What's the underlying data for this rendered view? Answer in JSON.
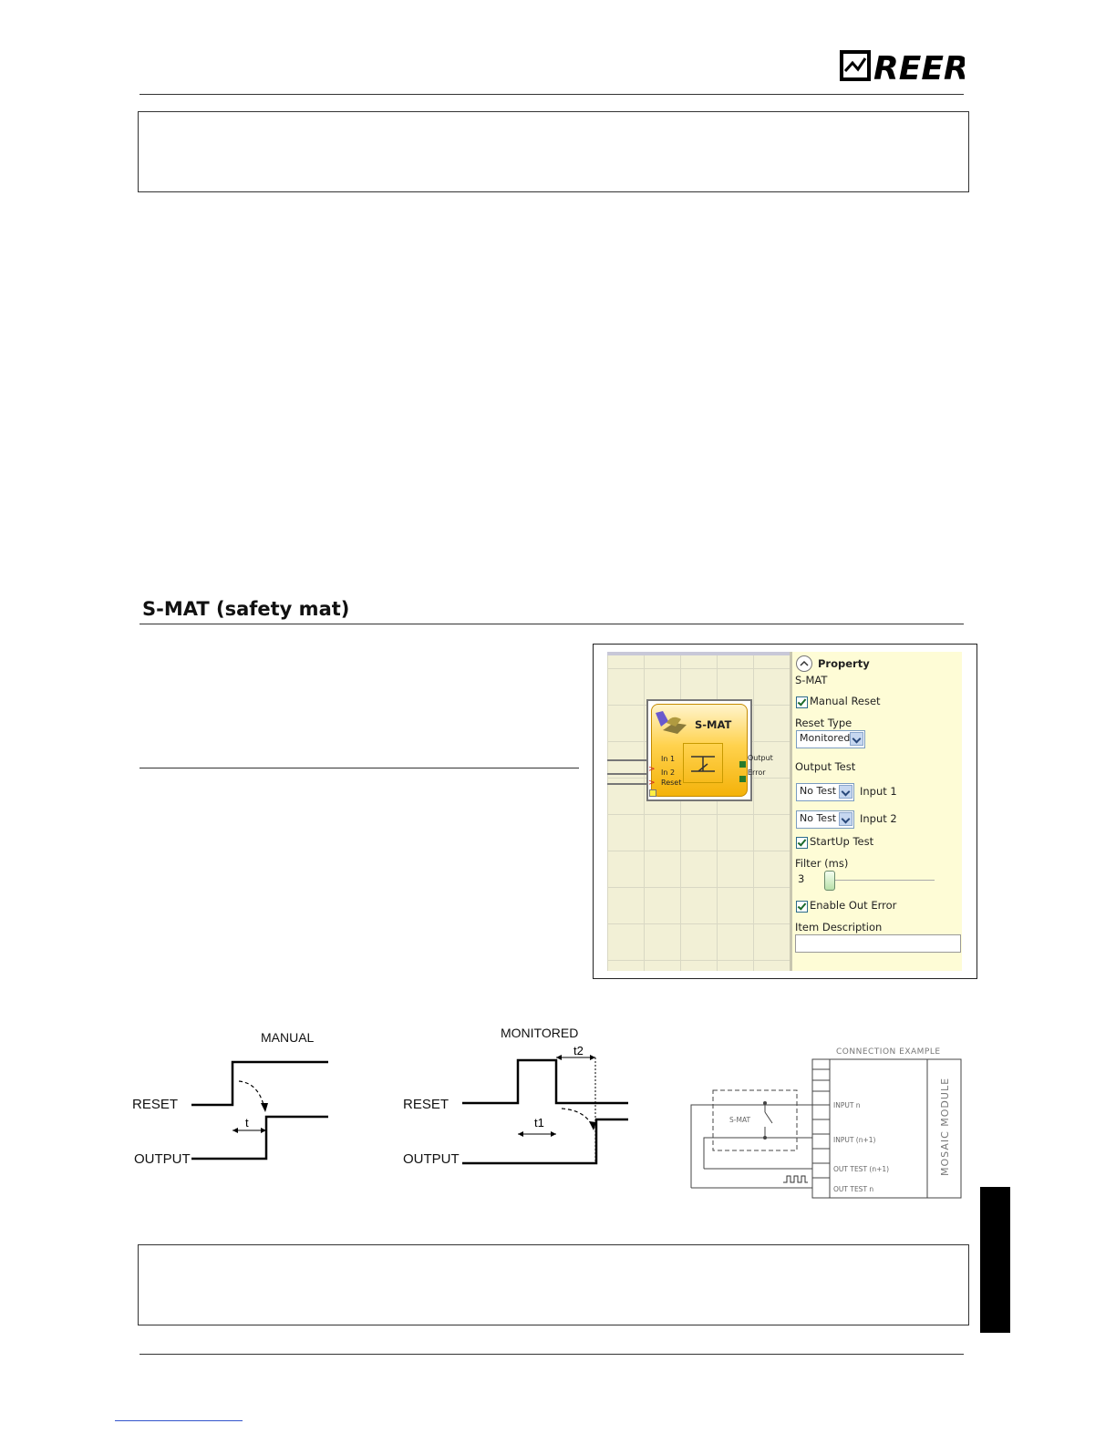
{
  "header": {
    "logo_text": "REER"
  },
  "section": {
    "title": "S-MAT (safety mat)"
  },
  "screenshot": {
    "panel_title": "Property",
    "block_name": "S-MAT",
    "manual_reset": "Manual Reset",
    "reset_type_label": "Reset Type",
    "reset_type_value": "Monitored",
    "output_test_label": "Output Test",
    "test1_value": "No Test",
    "test1_label": "Input 1",
    "test2_value": "No Test",
    "test2_label": "Input 2",
    "startup_test": "StartUp Test",
    "filter_label": "Filter (ms)",
    "filter_value": "3",
    "enable_out_error": "Enable Out Error",
    "item_description": "Item Description",
    "block_title": "S-MAT",
    "pin_in1": "In 1",
    "pin_in2": "In 2",
    "pin_reset": "Reset",
    "pin_output": "Output",
    "pin_error": "Error"
  },
  "diagrams": {
    "manual": {
      "title": "MANUAL",
      "reset": "RESET",
      "output": "OUTPUT",
      "t": "t"
    },
    "monitored": {
      "title": "MONITORED",
      "reset": "RESET",
      "output": "OUTPUT",
      "t1": "t1",
      "t2": "t2"
    },
    "connection": {
      "title": "CONNECTION EXAMPLE",
      "module": "MOSAIC MODULE",
      "device": "S-MAT",
      "input_n": "INPUT n",
      "input_n1": "INPUT (n+1)",
      "out_test_n1": "OUT TEST (n+1)",
      "out_test_n": "OUT TEST n"
    }
  }
}
